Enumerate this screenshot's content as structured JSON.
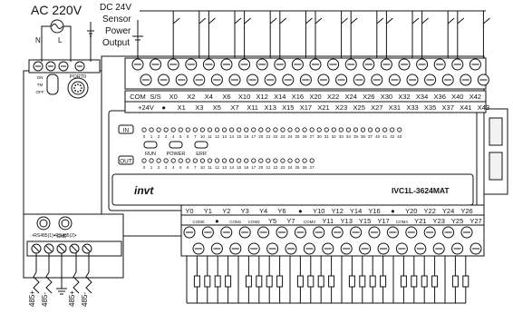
{
  "power": {
    "ac_label": "AC 220V",
    "dc_lines": [
      "DC 24V",
      "Sensor",
      "Power",
      "Output"
    ],
    "terminals": [
      "N",
      "L"
    ]
  },
  "port": {
    "label": "PORT0",
    "switch_labels": [
      "ON",
      "TM",
      "OFF"
    ]
  },
  "input_terminals": {
    "top_row": [
      "COM",
      "S/S",
      "X0",
      "X2",
      "X4",
      "X6",
      "X10",
      "X12",
      "X14",
      "X16",
      "X20",
      "X22",
      "X24",
      "X26",
      "X30",
      "X32",
      "X34",
      "X36",
      "X40",
      "X42"
    ],
    "bottom_row": [
      "+24V",
      "●",
      "X1",
      "X3",
      "X5",
      "X7",
      "X11",
      "X13",
      "X15",
      "X17",
      "X21",
      "X23",
      "X25",
      "X27",
      "X31",
      "X33",
      "X35",
      "X37",
      "X41",
      "X43"
    ]
  },
  "status": {
    "in_label": "IN",
    "out_label": "OUT",
    "in_numbers": [
      "0",
      "1",
      "2",
      "3",
      "4",
      "5",
      "6",
      "7",
      "10",
      "11",
      "12",
      "13",
      "14",
      "15",
      "16",
      "17",
      "20",
      "21",
      "22",
      "23",
      "24",
      "25",
      "26",
      "27",
      "30",
      "31",
      "32",
      "33",
      "34",
      "35",
      "36",
      "37",
      "40",
      "41",
      "42",
      "43"
    ],
    "out_numbers": [
      "0",
      "1",
      "2",
      "3",
      "4",
      "5",
      "6",
      "7",
      "10",
      "11",
      "12",
      "13",
      "14",
      "15",
      "16",
      "17",
      "20",
      "21",
      "22",
      "23",
      "24",
      "25",
      "26",
      "27"
    ],
    "indicators": [
      "RUN",
      "POWER",
      "ERR"
    ]
  },
  "brand": {
    "logo": "invt",
    "model": "IVC1L-3624MAT"
  },
  "output_terminals": {
    "top_row": [
      "Y0",
      "Y1",
      "Y2",
      "Y3",
      "Y4",
      "Y6",
      "●",
      "Y10",
      "Y12",
      "Y14",
      "Y16",
      "●",
      "Y20",
      "Y22",
      "Y24",
      "Y26"
    ],
    "bottom_row": [
      "COM0",
      "●",
      "COM1",
      "COM2",
      "Y5",
      "Y7",
      "COM3",
      "Y11",
      "Y13",
      "Y15",
      "Y17",
      "COM4",
      "Y21",
      "Y23",
      "Y25",
      "Y27"
    ]
  },
  "rs485": {
    "port_labels": [
      "•RS485(1)•",
      "•RS485(2)•"
    ],
    "terminal_labels": [
      "485+",
      "485-",
      "485+",
      "485-"
    ],
    "gnd_label": "GND"
  },
  "colors": {
    "outline": "#111111",
    "body_fill": "#ffffff",
    "panel_gray": "#f2f2f2"
  }
}
